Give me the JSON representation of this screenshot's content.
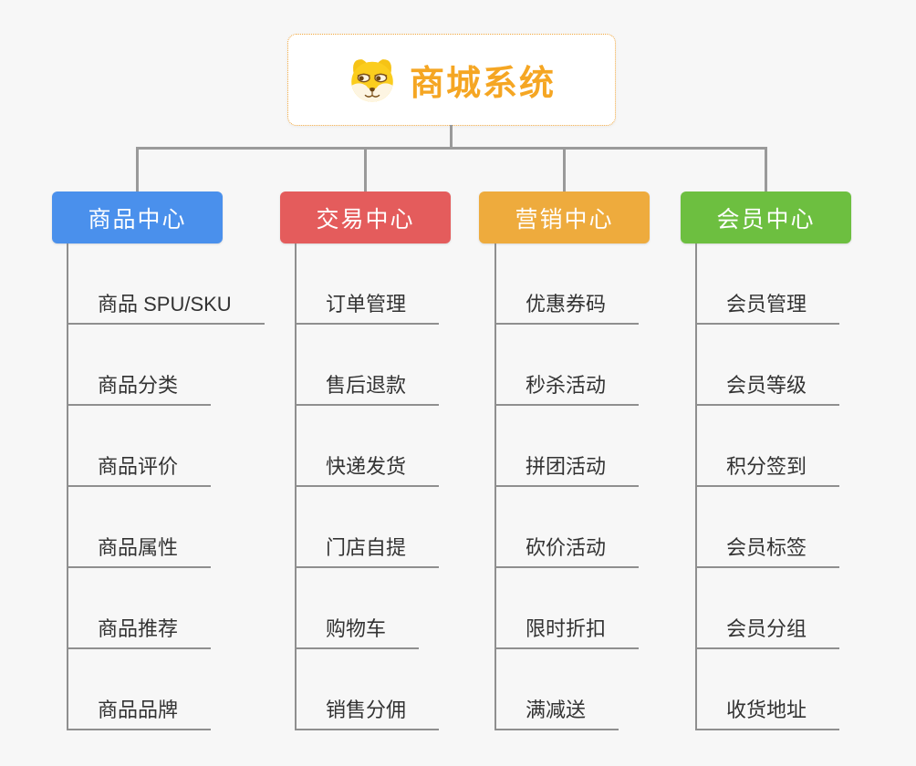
{
  "root": {
    "title": "商城系统",
    "icon": "shiba-dog-icon",
    "title_color": "#f5a623",
    "border_color": "#f0a63c"
  },
  "connector_color": "#9a9a9a",
  "background_color": "#f7f7f7",
  "branches": [
    {
      "label": "商品中心",
      "color": "#4a90ec",
      "items": [
        "商品 SPU/SKU",
        "商品分类",
        "商品评价",
        "商品属性",
        "商品推荐",
        "商品品牌"
      ]
    },
    {
      "label": "交易中心",
      "color": "#e45c5c",
      "items": [
        "订单管理",
        "售后退款",
        "快递发货",
        "门店自提",
        "购物车",
        "销售分佣"
      ]
    },
    {
      "label": "营销中心",
      "color": "#eeab3d",
      "items": [
        "优惠券码",
        "秒杀活动",
        "拼团活动",
        "砍价活动",
        "限时折扣",
        "满减送"
      ]
    },
    {
      "label": "会员中心",
      "color": "#6dbf40",
      "items": [
        "会员管理",
        "会员等级",
        "积分签到",
        "会员标签",
        "会员分组",
        "收货地址"
      ]
    }
  ]
}
